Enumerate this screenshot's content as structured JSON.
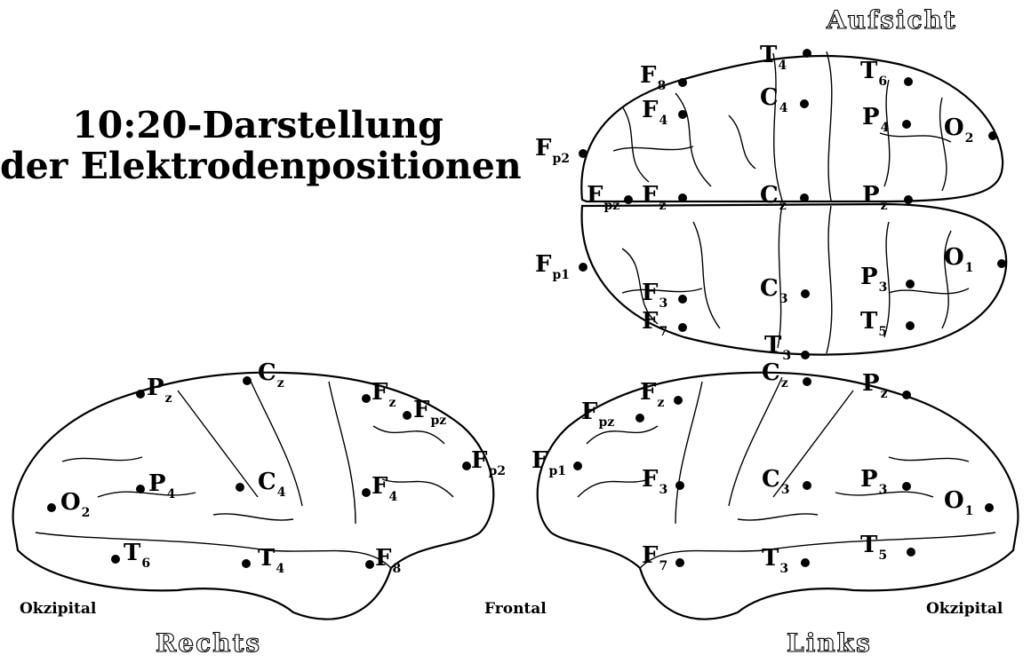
{
  "title": {
    "line1": "10:20-Darstellung",
    "line2": "der Elektrodenpositionen"
  },
  "views": {
    "top": "Aufsicht",
    "right": "Rechts",
    "left": "Links"
  },
  "sides": {
    "right_back": "Okzipital",
    "front": "Frontal",
    "left_back": "Okzipital"
  },
  "electrodes": {
    "top": [
      {
        "l": "T",
        "s": "4"
      },
      {
        "l": "T",
        "s": "6"
      },
      {
        "l": "F",
        "s": "8"
      },
      {
        "l": "C",
        "s": "4"
      },
      {
        "l": "F",
        "s": "4"
      },
      {
        "l": "P",
        "s": "4"
      },
      {
        "l": "O",
        "s": "2"
      },
      {
        "l": "F",
        "s": "p2"
      },
      {
        "l": "F",
        "s": "pz"
      },
      {
        "l": "F",
        "s": "z"
      },
      {
        "l": "C",
        "s": "z"
      },
      {
        "l": "P",
        "s": "z"
      },
      {
        "l": "F",
        "s": "p1"
      },
      {
        "l": "O",
        "s": "1"
      },
      {
        "l": "F",
        "s": "3"
      },
      {
        "l": "C",
        "s": "3"
      },
      {
        "l": "P",
        "s": "3"
      },
      {
        "l": "F",
        "s": "7"
      },
      {
        "l": "T",
        "s": "5"
      },
      {
        "l": "T",
        "s": "3"
      }
    ],
    "right": [
      {
        "l": "P",
        "s": "z"
      },
      {
        "l": "C",
        "s": "z"
      },
      {
        "l": "F",
        "s": "z"
      },
      {
        "l": "F",
        "s": "pz"
      },
      {
        "l": "F",
        "s": "p2"
      },
      {
        "l": "O",
        "s": "2"
      },
      {
        "l": "P",
        "s": "4"
      },
      {
        "l": "C",
        "s": "4"
      },
      {
        "l": "F",
        "s": "4"
      },
      {
        "l": "T",
        "s": "6"
      },
      {
        "l": "T",
        "s": "4"
      },
      {
        "l": "F",
        "s": "8"
      }
    ],
    "left": [
      {
        "l": "C",
        "s": "z"
      },
      {
        "l": "P",
        "s": "z"
      },
      {
        "l": "F",
        "s": "z"
      },
      {
        "l": "F",
        "s": "pz"
      },
      {
        "l": "F",
        "s": "p1"
      },
      {
        "l": "F",
        "s": "3"
      },
      {
        "l": "C",
        "s": "3"
      },
      {
        "l": "P",
        "s": "3"
      },
      {
        "l": "O",
        "s": "1"
      },
      {
        "l": "F",
        "s": "7"
      },
      {
        "l": "T",
        "s": "3"
      },
      {
        "l": "T",
        "s": "5"
      }
    ]
  }
}
